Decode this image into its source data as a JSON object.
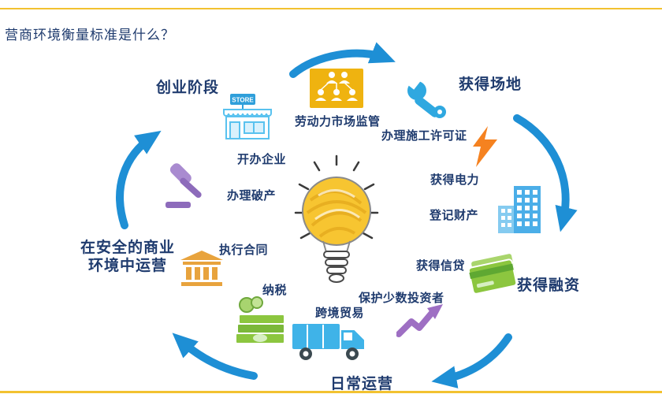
{
  "page": {
    "title": "营商环境衡量标准是什么？"
  },
  "colors": {
    "accent_line": "#F2C230",
    "text_navy": "#1F3B6E",
    "arrow_blue": "#1E8FD5",
    "bulb_yellow": "#F7C531",
    "store_blue": "#59C2EF",
    "labor_gold": "#EFB310",
    "lightning_orange": "#F58220",
    "building_blue": "#4BAEE8",
    "card_green": "#8CC63F",
    "invest_purple": "#9E6FC3",
    "truck_blue": "#3FB3E8",
    "bank_gold": "#E8A33D",
    "gavel_purple": "#9B7FC7"
  },
  "stages": {
    "startup": "创业阶段",
    "premises": "获得场地",
    "financing": "获得融资",
    "operations": "日常运营",
    "safe_env_line1": "在安全的商业",
    "safe_env_line2": "环境中运营"
  },
  "items": {
    "labor_market": "劳动力市场监管",
    "starting_business": "开办企业",
    "construction_permits": "办理施工许可证",
    "electricity": "获得电力",
    "registering_property": "登记财产",
    "getting_credit": "获得信贷",
    "minority_investors": "保护少数投资者",
    "cross_border_trade": "跨境贸易",
    "paying_taxes": "纳税",
    "enforcing_contracts": "执行合同",
    "insolvency": "办理破产"
  },
  "store_icon": {
    "sign_text": "STORE"
  },
  "icons": {
    "center": "lightbulb-icon",
    "startup": "storefront-icon",
    "labor": "org-chart-people-icon",
    "construction": "wrench-icon",
    "electricity": "lightning-bolt-icon",
    "property": "buildings-icon",
    "credit": "credit-card-icon",
    "investors": "growth-arrow-icon",
    "trade": "truck-icon",
    "taxes": "money-stack-icon",
    "contracts": "courthouse-icon",
    "insolvency": "gavel-icon"
  }
}
